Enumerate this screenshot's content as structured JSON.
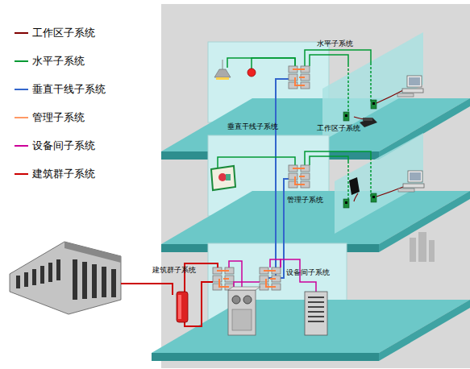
{
  "diagram": {
    "labels": [
      "水平子系统",
      "垂直干线子系统",
      "工作区子系统",
      "管理子系统",
      "建筑群子系统",
      "设备间子系统"
    ],
    "legend": [
      {
        "text": "工作区子系统",
        "color": "#800000"
      },
      {
        "text": "水平子系统",
        "color": "#009933"
      },
      {
        "text": "垂直干线子系统",
        "color": "#3366cc"
      },
      {
        "text": "管理子系统",
        "color": "#ff9966"
      },
      {
        "text": "设备间子系统",
        "color": "#cc0099"
      },
      {
        "text": "建筑群子系统",
        "color": "#cc0000"
      }
    ]
  }
}
